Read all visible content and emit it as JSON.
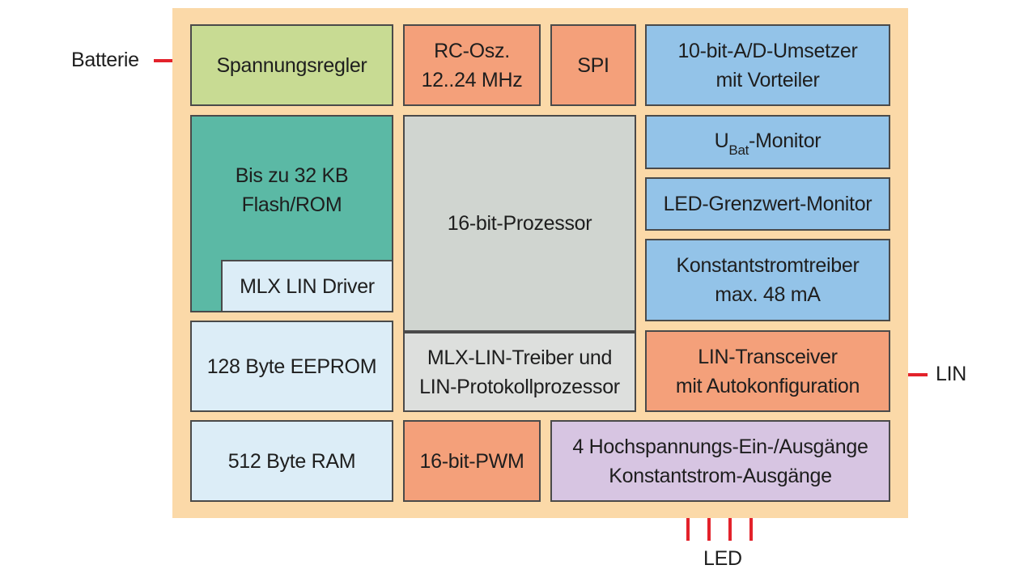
{
  "blocks": {
    "voltage_regulator": "Spannungsregler",
    "rc_osc_line1": "RC-Osz.",
    "rc_osc_line2": "12..24 MHz",
    "spi": "SPI",
    "adc_line1": "10-bit-A/D-Umsetzer",
    "adc_line2": "mit Vorteiler",
    "flash_line1": "Bis zu 32 KB",
    "flash_line2": "Flash/ROM",
    "mlx_lin_driver": "MLX LIN Driver",
    "processor": "16-bit-Prozessor",
    "ubat_monitor_main": "U",
    "ubat_monitor_sub": "Bat",
    "ubat_monitor_rest": "-Monitor",
    "led_threshold_monitor": "LED-Grenzwert-Monitor",
    "current_driver_line1": "Konstantstromtreiber",
    "current_driver_line2": "max. 48 mA",
    "eeprom": "128 Byte EEPROM",
    "lin_protocol_line1": "MLX-LIN-Treiber und",
    "lin_protocol_line2": "LIN-Protokollprozessor",
    "lin_transceiver_line1": "LIN-Transceiver",
    "lin_transceiver_line2": "mit Autokonfiguration",
    "ram": "512 Byte RAM",
    "pwm": "16-bit-PWM",
    "hv_io_line1": "4 Hochspannungs-Ein-/Ausgänge",
    "hv_io_line2": "Konstantstrom-Ausgänge"
  },
  "external": {
    "battery": "Batterie",
    "lin": "LIN",
    "led": "LED"
  },
  "colors": {
    "chip_background": "#fbd9a8",
    "pin_red": "#e3222b",
    "green": "#c8db93",
    "orange": "#f4a07a",
    "blue": "#93c3e8",
    "teal": "#5bb9a5",
    "light_blue": "#dcedf7",
    "gray": "#d0d5d0",
    "violet": "#d7c5e2"
  }
}
